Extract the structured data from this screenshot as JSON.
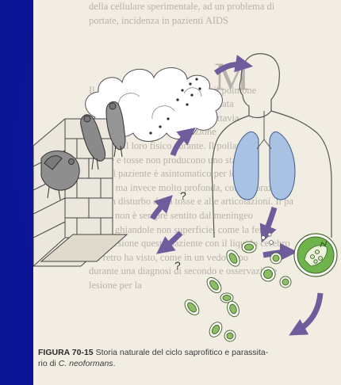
{
  "background_text": {
    "lines": [
      "della cellulare sperimentale, ad un problema di",
      "portate, incidenza in pazienti AIDS",
      "",
      "",
      "",
      "",
      "Il sito primario dell'infezione è il polmone",
      "la sorgente delle spore è determinata",
      "dal colonizzare di uno spazio, tuttavia",
      "di solito ne risulta una infezione",
      "naturale il loro fisico curante. Il pollame",
      "febbre e tosse non producono uno stato",
      "losa. Il paziente è asintomatico per lo più",
      "mente ma invece molto profonda, con sudorazione",
      "nessun disturbo della tosse e alle articolazioni. Il pa",
      "ziente non è sempre sentito dal meningeo",
      "canali ghiandole non superficie, come la ferita",
      "della lesione questo paziente con il liquido cerebro",
      "sul retro ha visto, come in un vedo dopo",
      "durante una diagnosi di secondo e osservazione",
      "lesione per la"
    ],
    "big_letter": "M"
  },
  "diagram": {
    "question_marks": [
      "?",
      "?"
    ]
  },
  "caption": {
    "label": "FIGURA 70-15",
    "text": "Storia naturale del ciclo saprofitico e parassita-",
    "text2": "rio di ",
    "species": "C. neoformans",
    "end": "."
  },
  "colors": {
    "slide_background": "#0a1494",
    "page": "#f2ede3",
    "arrow": "#6e5c9c",
    "lung": "#a9c2e4",
    "cell": "#8cbf62",
    "macrophage": "#6fb34c"
  }
}
